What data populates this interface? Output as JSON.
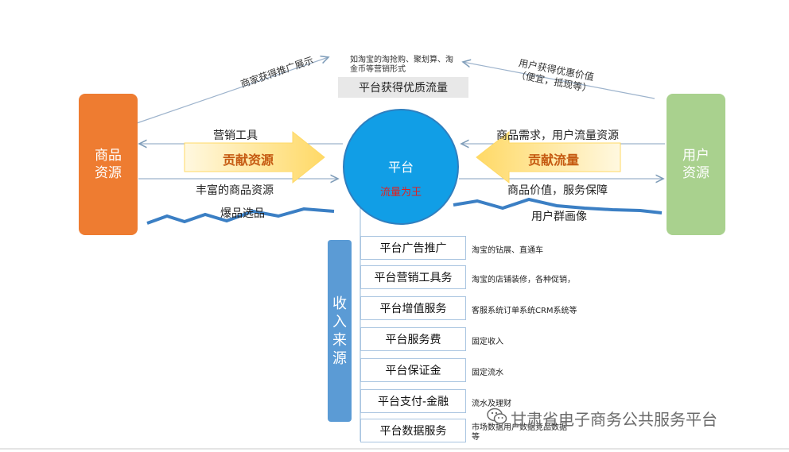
{
  "left_box": {
    "label": "商品\n资源"
  },
  "right_box": {
    "label": "用户\n资源"
  },
  "center": {
    "title": "平台",
    "subtitle": "流量为王"
  },
  "top": {
    "note": "如淘宝的淘抢购、聚划算、淘\n金币等营销形式",
    "platform_gain": "平台获得优质流量",
    "left_diagonal": "商家获得推广展示",
    "right_diagonal": "用户获得优惠价值\n（便宜，抵现等）"
  },
  "left_flow": {
    "top_label": "营销工具",
    "arrow_label": "贡献资源",
    "bottom_label": "丰富的商品资源",
    "wave_label": "爆品选品"
  },
  "right_flow": {
    "top_label": "商品需求，用户流量资源",
    "arrow_label": "贡献流量",
    "bottom_label": "商品价值，服务保障",
    "wave_label": "用户群画像"
  },
  "revenue": {
    "title": "收\n入\n来\n源",
    "items": [
      {
        "label": "平台广告推广",
        "desc": "淘宝的钻展、直通车"
      },
      {
        "label": "平台营销工具务",
        "desc": "淘宝的店铺装修，各种促销，"
      },
      {
        "label": "平台增值服务",
        "desc": "客服系统订单系统CRM系统等"
      },
      {
        "label": "平台服务费",
        "desc": "固定收入"
      },
      {
        "label": "平台保证金",
        "desc": "固定流水"
      },
      {
        "label": "平台支付-金融",
        "desc": "流水及理财"
      },
      {
        "label": "平台数据服务",
        "desc": "市场数据用户数据竞品数据\n等"
      }
    ]
  },
  "watermark": "甘肃省电子商务公共服务平台",
  "colors": {
    "orange": "#ee7c31",
    "green": "#a9d18e",
    "blue": "#119ee6",
    "arrow_fill": "#ffe699"
  }
}
